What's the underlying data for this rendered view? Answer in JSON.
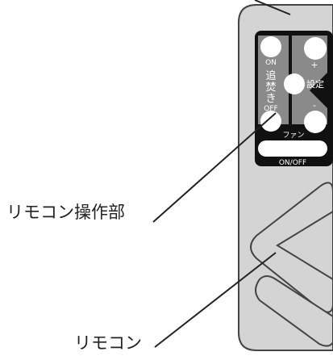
{
  "callouts": {
    "remote_panel": "リモコン操作部",
    "remote": "リモコン"
  },
  "panel": {
    "on": "ON",
    "reheat_1": "追",
    "reheat_2": "焚",
    "reheat_3": "き",
    "off": "OFF",
    "plus": "+",
    "setting": "設定",
    "minus": "-",
    "fan": "ファン",
    "power": "ON/OFF"
  },
  "colors": {
    "body": "#d4d4d4",
    "outline": "#444444",
    "panel": "#111111",
    "panel_grey": "#8a8a8a",
    "button": "#ffffff"
  }
}
